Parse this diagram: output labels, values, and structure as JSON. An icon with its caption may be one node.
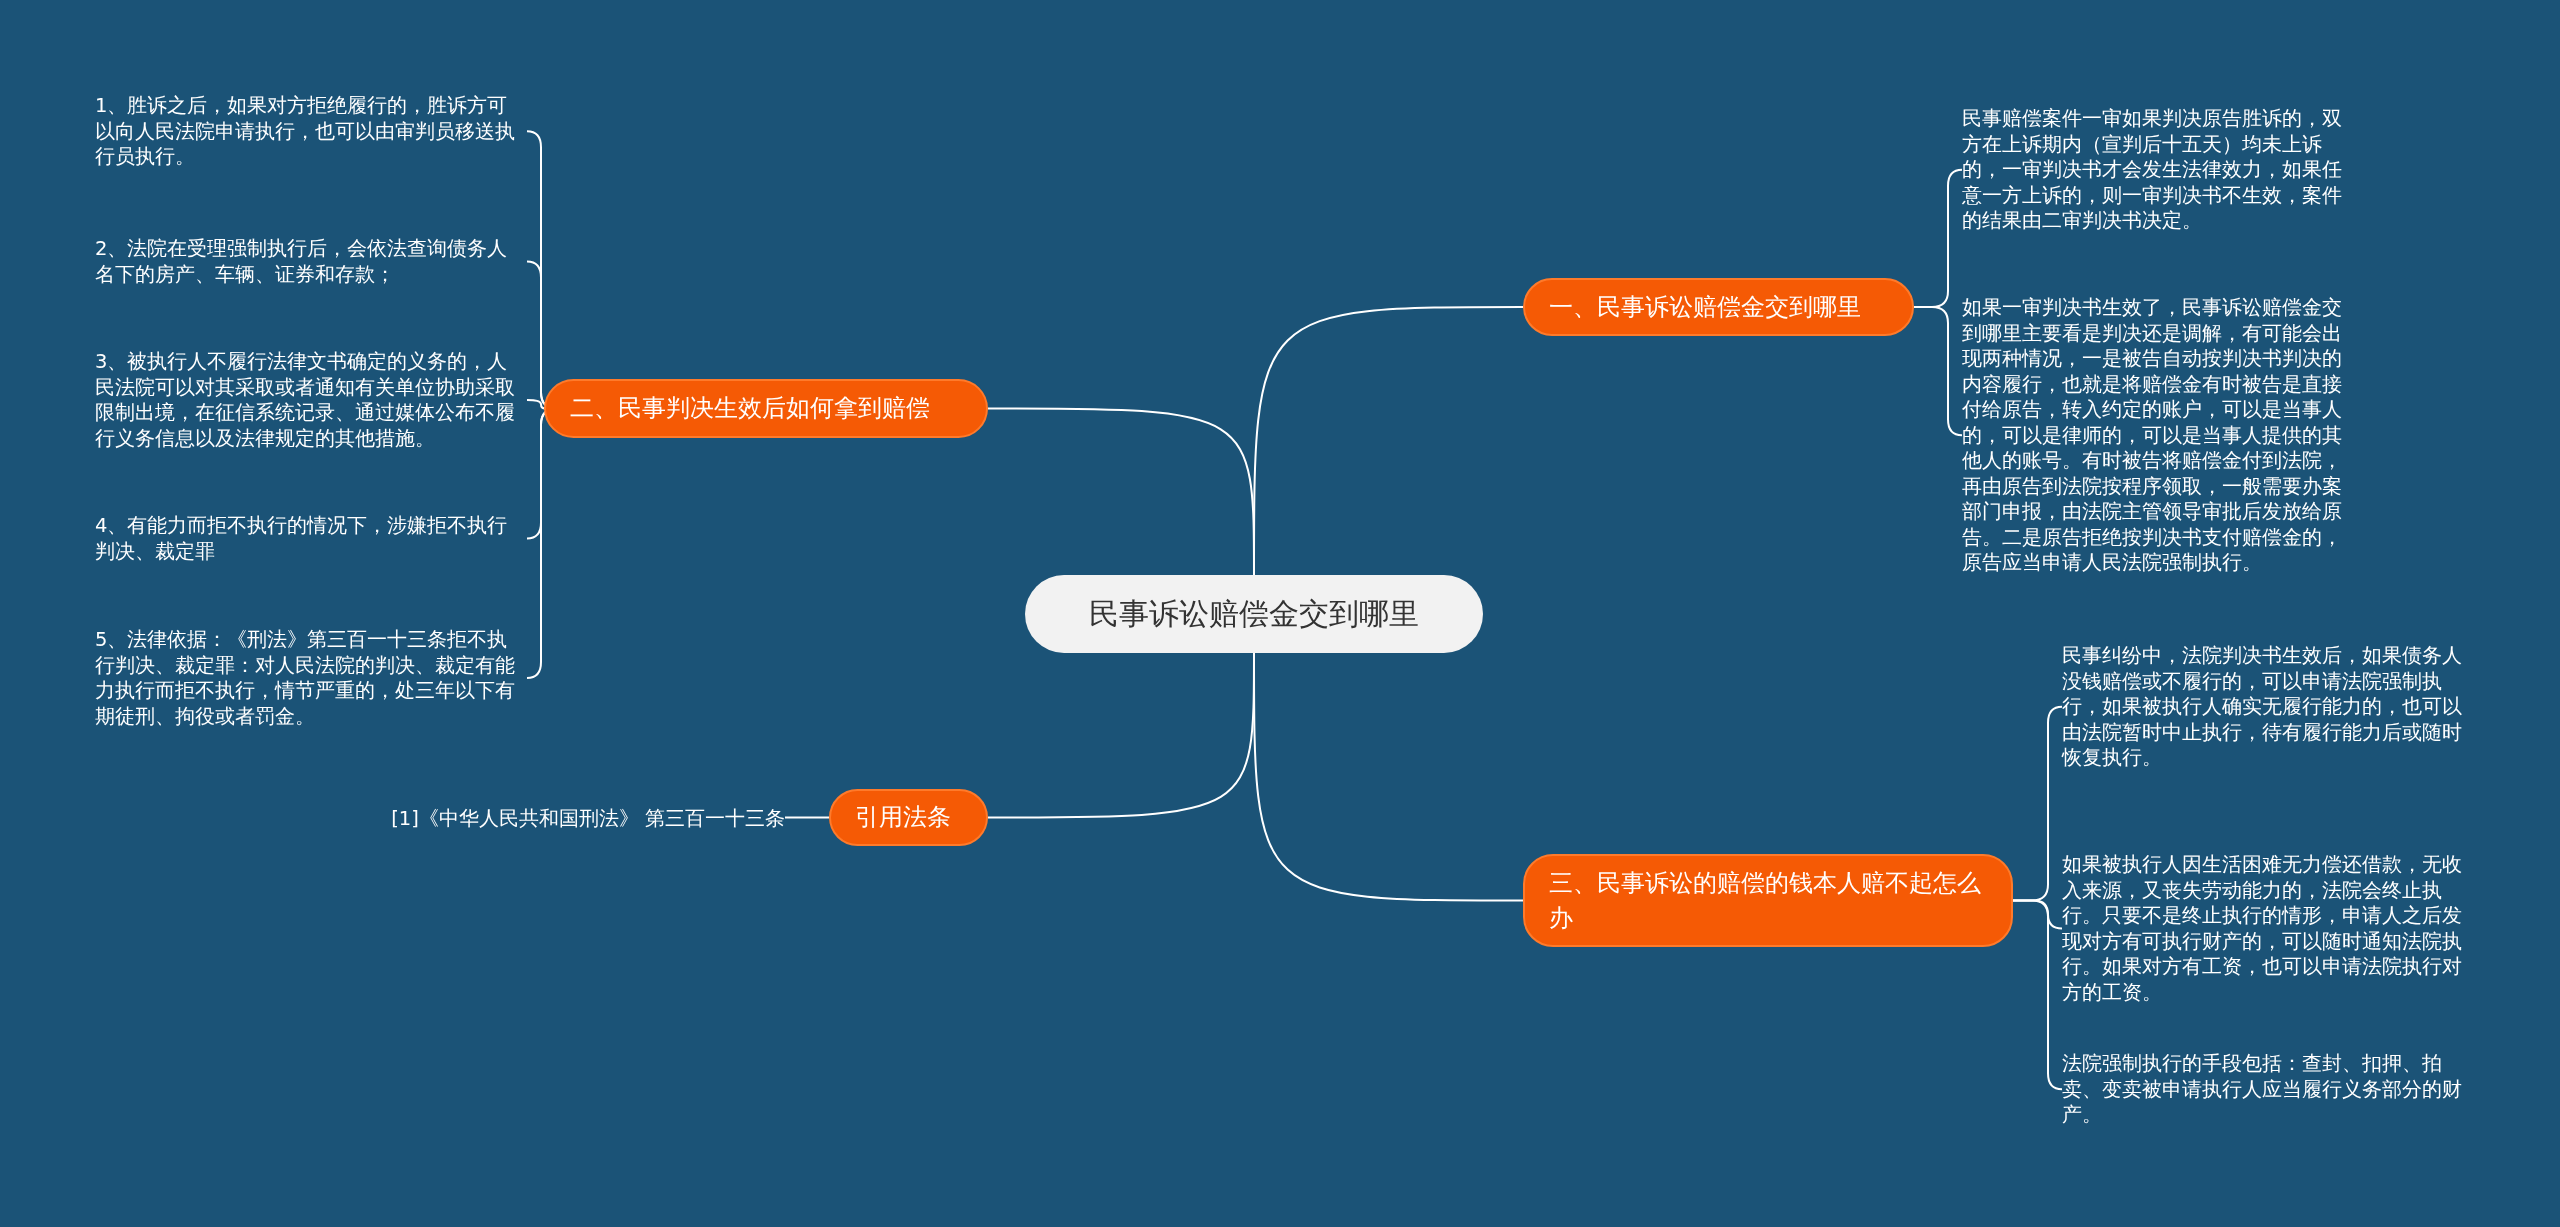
{
  "diagram": {
    "nodes": [
      {
        "text": [
          "民事诉讼赔偿金交到哪里"
        ]
      },
      {
        "text": [
          "一、民事诉讼赔偿金交到哪里"
        ]
      },
      {
        "text": [
          "民事赔偿案件一审如果判决原告胜诉的，双方在上诉期内（宣判后十五天）均未上诉的，一审判决书才会发生法律效力，如果任意一方上诉的，则一审判决书不生效，案件的结果由二审判决书决定。"
        ]
      },
      {
        "text": [
          "如果一审判决书生效了，民事诉讼赔偿金交到哪里主要看是判决还是调解，有可能会出现两种情况，一是被告自动按判决书判决的内容履行，也就是将赔偿金有时被告是直接付给原告，转入约定的账户，可以是当事人的，可以是律师的，可以是当事人提供的其他人的账号。有时被告将赔偿金付到法院，再由原告到法院按程序领取，一般需要办案部门申报，由法院主管领导审批后发放给原告。二是原告拒绝按判决书支付赔偿金的，原告应当申请人民法院强制执行。"
        ]
      },
      {
        "text": [
          "二、民事判决生效后如何拿到赔偿"
        ]
      },
      {
        "text": [
          "1、胜诉之后，如果对方拒绝履行的，胜诉方可以向人民法院申请执行，也可以由审判员移送执行员执行。"
        ]
      },
      {
        "text": [
          "2、法院在受理强制执行后，会依法查询债务人名下的房产、车辆、证券和存款；"
        ]
      },
      {
        "text": [
          "3、被执行人不履行法律文书确定的义务的，人民法院可以对其采取或者通知有关单位协助采取限制出境，在征信系统记录、通过媒体公布不履行义务信息以及法律规定的其他措施。"
        ]
      },
      {
        "text": [
          "4、有能力而拒不执行的情况下，涉嫌拒不执行判决、裁定罪"
        ]
      },
      {
        "text": [
          "5、法律依据：《刑法》第三百一十三条拒不执行判决、裁定罪：对人民法院的判决、裁定有能力执行而拒不执行，情节严重的，处三年以下有期徒刑、拘役或者罚金。"
        ]
      },
      {
        "text": [
          "引用法条"
        ]
      },
      {
        "text": [
          "[1]《中华人民共和国刑法》 第三百一十三条"
        ]
      },
      {
        "text": [
          "三、民事诉讼的赔偿的钱本人赔不起怎么办"
        ]
      },
      {
        "text": [
          "民事纠纷中，法院判决书生效后，如果债务人没钱赔偿或不履行的，可以申请法院强制执行，如果被执行人确实无履行能力的，也可以由法院暂时中止执行，待有履行能力后或随时恢复执行。"
        ]
      },
      {
        "text": [
          "如果被执行人因生活困难无力偿还借款，无收入来源，又丧失劳动能力的，法院会终止执行。只要不是终止执行的情形，申请人之后发现对方有可执行财产的，可以随时通知法院执行。如果对方有工资，也可以申请法院执行对方的工资。"
        ]
      },
      {
        "text": [
          "法院强制执行的手段包括：查封、扣押、拍卖、变卖被申请执行人应当履行义务部分的财产。"
        ]
      }
    ],
    "edges": [
      {
        "from": 0,
        "to": 1,
        "arrow": "none"
      },
      {
        "from": 0,
        "to": 4,
        "arrow": "none"
      },
      {
        "from": 0,
        "to": 10,
        "arrow": "none"
      },
      {
        "from": 0,
        "to": 12,
        "arrow": "none"
      },
      {
        "from": 1,
        "to": 2,
        "arrow": "none"
      },
      {
        "from": 1,
        "to": 3,
        "arrow": "none"
      },
      {
        "from": 4,
        "to": 5,
        "arrow": "none"
      },
      {
        "from": 4,
        "to": 6,
        "arrow": "none"
      },
      {
        "from": 4,
        "to": 7,
        "arrow": "none"
      },
      {
        "from": 4,
        "to": 8,
        "arrow": "none"
      },
      {
        "from": 4,
        "to": 9,
        "arrow": "none"
      },
      {
        "from": 10,
        "to": 11,
        "arrow": "none"
      },
      {
        "from": 12,
        "to": 13,
        "arrow": "none"
      },
      {
        "from": 12,
        "to": 14,
        "arrow": "none"
      },
      {
        "from": 12,
        "to": 15,
        "arrow": "none"
      }
    ]
  }
}
